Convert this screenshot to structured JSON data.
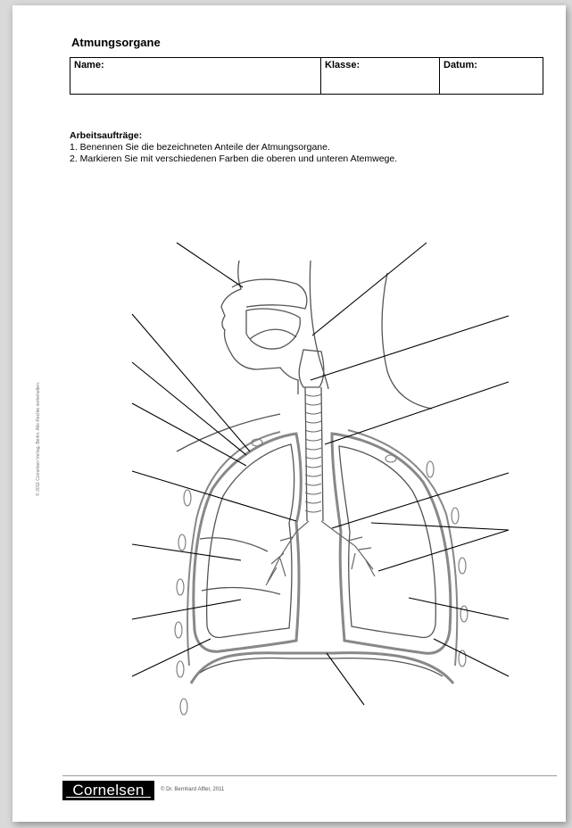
{
  "title": "Atmungsorgane",
  "header_table": {
    "name_label": "Name:",
    "klasse_label": "Klasse:",
    "datum_label": "Datum:"
  },
  "tasks": {
    "heading": "Arbeitsaufträge:",
    "items": [
      "1. Benennen Sie die bezeichneten Anteile der Atmungsorgane.",
      "2. Markieren Sie mit verschiedenen Farben die oberen und unteren Atemwege."
    ]
  },
  "side_note": "© 2011 Cornelsen Verlag, Berlin. Alle Rechte vorbehalten.",
  "footer": {
    "logo": "Cornelsen",
    "copyright": "© Dr. Bernhard Alfter, 2011"
  }
}
